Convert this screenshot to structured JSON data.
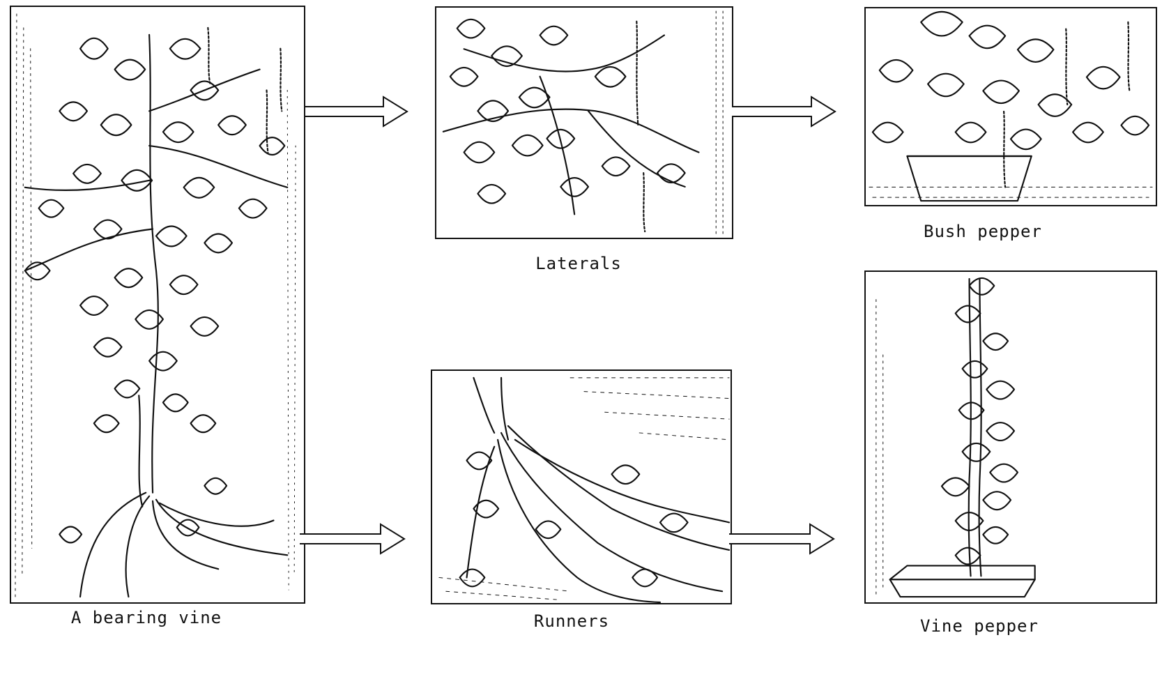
{
  "labels": {
    "bearing_vine": "A bearing vine",
    "laterals": "Laterals",
    "runners": "Runners",
    "bush_pepper": "Bush pepper",
    "vine_pepper": "Vine pepper"
  }
}
